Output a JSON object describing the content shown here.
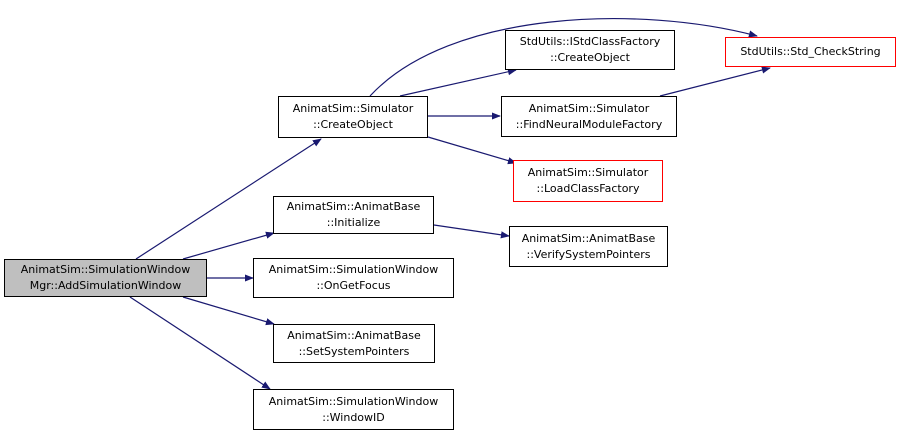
{
  "graph": {
    "edge_color": "#191970",
    "nodes": [
      {
        "id": "root",
        "lines": [
          "AnimatSim::SimulationWindow",
          "Mgr::AddSimulationWindow"
        ],
        "style": "root"
      },
      {
        "id": "create_object",
        "lines": [
          "AnimatSim::Simulator",
          "::CreateObject"
        ],
        "style": "normal"
      },
      {
        "id": "animatbase_initialize",
        "lines": [
          "AnimatSim::AnimatBase",
          "::Initialize"
        ],
        "style": "normal"
      },
      {
        "id": "on_get_focus",
        "lines": [
          "AnimatSim::SimulationWindow",
          "::OnGetFocus"
        ],
        "style": "normal"
      },
      {
        "id": "set_system_pointers",
        "lines": [
          "AnimatSim::AnimatBase",
          "::SetSystemPointers"
        ],
        "style": "normal"
      },
      {
        "id": "window_id",
        "lines": [
          "AnimatSim::SimulationWindow",
          "::WindowID"
        ],
        "style": "normal"
      },
      {
        "id": "istd_create_object",
        "lines": [
          "StdUtils::IStdClassFactory",
          "::CreateObject"
        ],
        "style": "normal"
      },
      {
        "id": "find_neural_module_factory",
        "lines": [
          "AnimatSim::Simulator",
          "::FindNeuralModuleFactory"
        ],
        "style": "normal"
      },
      {
        "id": "load_class_factory",
        "lines": [
          "AnimatSim::Simulator",
          "::LoadClassFactory"
        ],
        "style": "red"
      },
      {
        "id": "verify_system_pointers",
        "lines": [
          "AnimatSim::AnimatBase",
          "::VerifySystemPointers"
        ],
        "style": "normal"
      },
      {
        "id": "std_check_string",
        "lines": [
          "StdUtils::Std_CheckString"
        ],
        "style": "red"
      }
    ],
    "edges": [
      {
        "from": "root",
        "to": "create_object"
      },
      {
        "from": "root",
        "to": "animatbase_initialize"
      },
      {
        "from": "root",
        "to": "on_get_focus"
      },
      {
        "from": "root",
        "to": "set_system_pointers"
      },
      {
        "from": "root",
        "to": "window_id"
      },
      {
        "from": "create_object",
        "to": "istd_create_object"
      },
      {
        "from": "create_object",
        "to": "find_neural_module_factory"
      },
      {
        "from": "create_object",
        "to": "load_class_factory"
      },
      {
        "from": "create_object",
        "to": "std_check_string"
      },
      {
        "from": "find_neural_module_factory",
        "to": "std_check_string"
      },
      {
        "from": "animatbase_initialize",
        "to": "verify_system_pointers"
      }
    ]
  }
}
